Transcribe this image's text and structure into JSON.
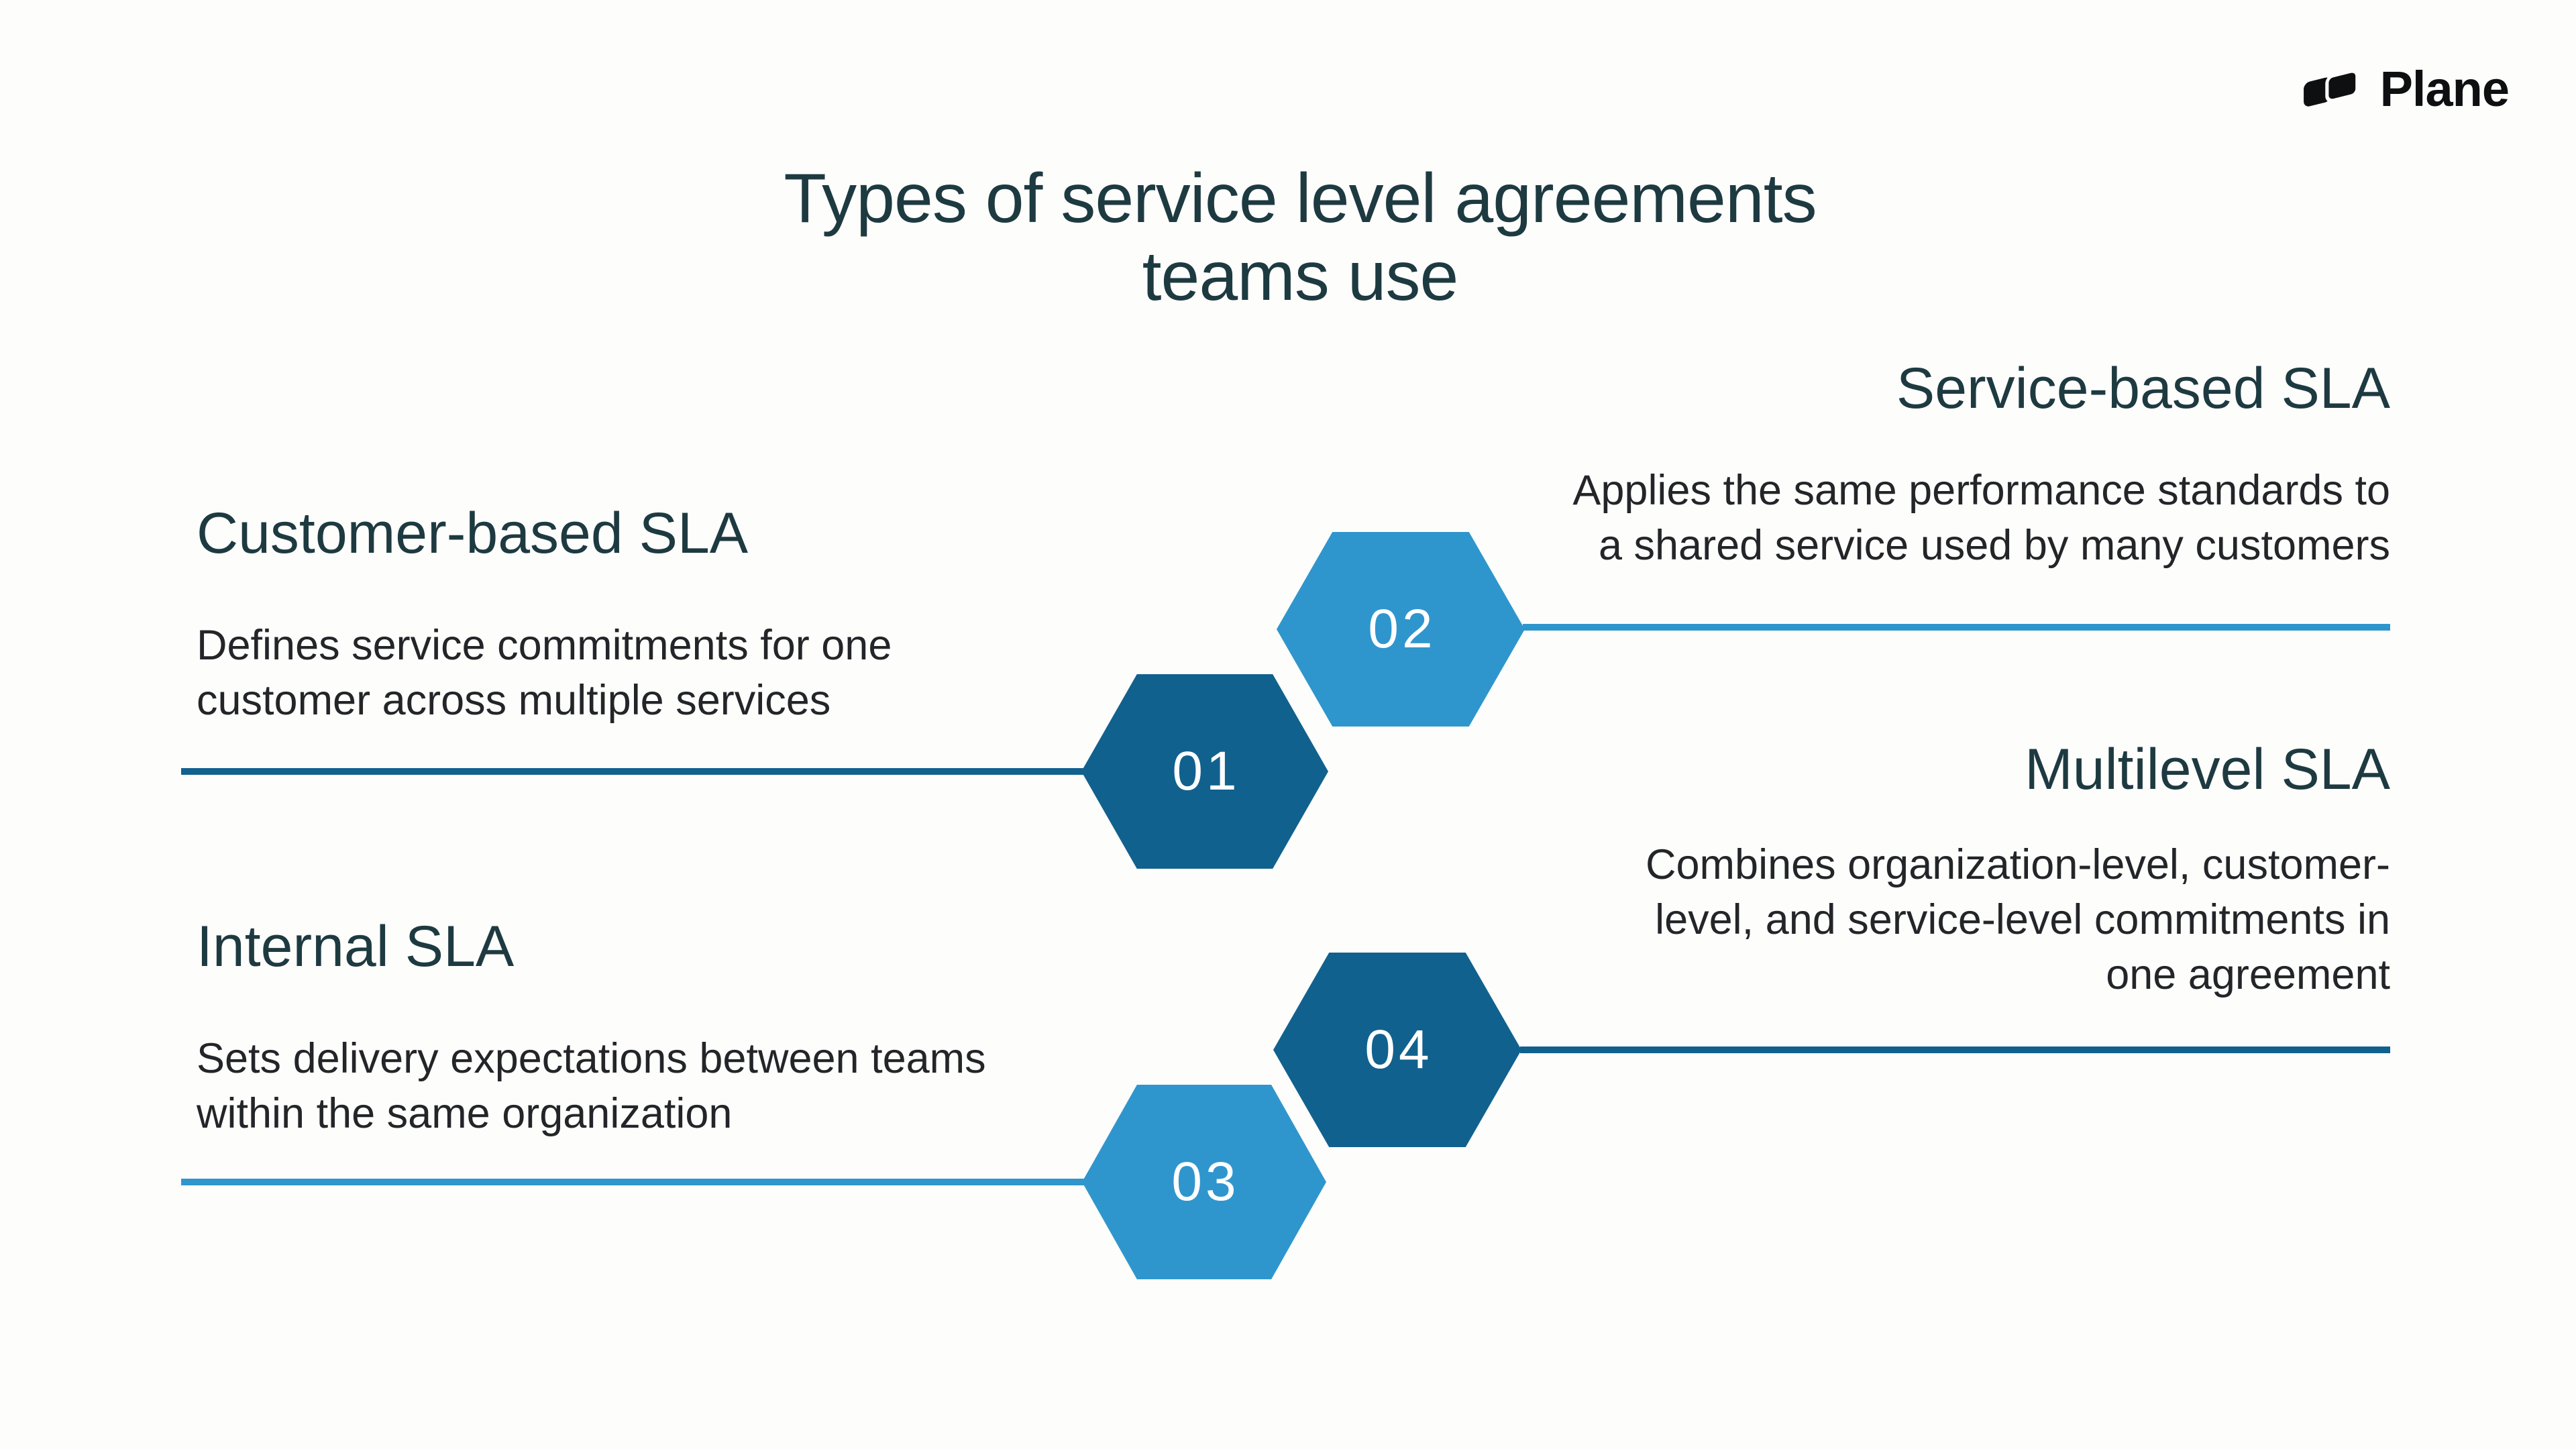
{
  "brand": {
    "name": "Plane"
  },
  "title": {
    "line1": "Types of service level agreements",
    "line2": "teams use"
  },
  "colors": {
    "dark_blue": "#11618E",
    "light_blue": "#2F96CD",
    "heading_teal": "#1E3A41",
    "body_text": "#232528",
    "number_text": "#FFFFFF",
    "logo_black": "#0E0F10",
    "background": "#FDFDFC"
  },
  "sections": [
    {
      "number": "01",
      "title": "Customer-based SLA",
      "description_lines": [
        "Defines service commitments for one",
        "customer across multiple services"
      ],
      "align": "left",
      "hex_color": "dark_blue",
      "line_color": "dark_blue"
    },
    {
      "number": "02",
      "title": "Service-based SLA",
      "description_lines": [
        "Applies the same performance standards to",
        "a shared service used by many customers"
      ],
      "align": "right",
      "hex_color": "light_blue",
      "line_color": "light_blue"
    },
    {
      "number": "03",
      "title": "Internal SLA",
      "description_lines": [
        "Sets delivery expectations between teams",
        "within the same organization"
      ],
      "align": "left",
      "hex_color": "light_blue",
      "line_color": "light_blue"
    },
    {
      "number": "04",
      "title": "Multilevel SLA",
      "description_lines": [
        "Combines organization-level, customer-",
        "level, and service-level commitments in",
        "one agreement"
      ],
      "align": "right",
      "hex_color": "dark_blue",
      "line_color": "dark_blue"
    }
  ]
}
